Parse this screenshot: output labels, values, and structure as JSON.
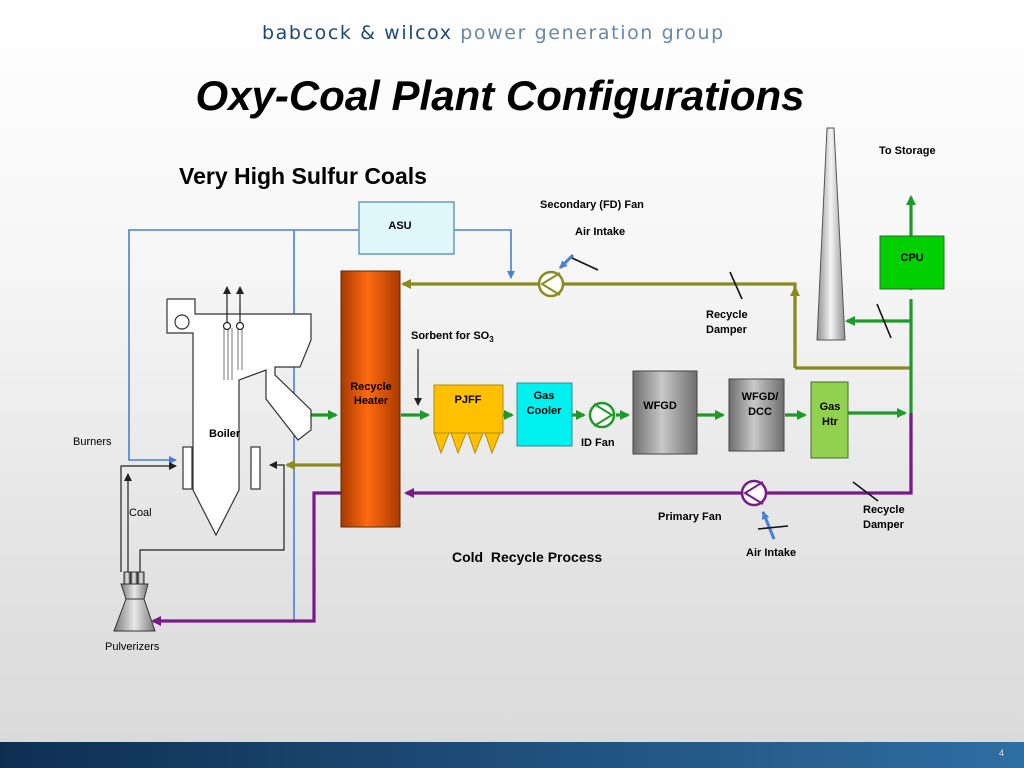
{
  "header": {
    "brand_primary": "babcock & wilcox",
    "brand_secondary": "power generation group",
    "title": "Oxy-Coal Plant Configurations",
    "subtitle": "Very High Sulfur Coals"
  },
  "diagram": {
    "components": {
      "asu": "ASU",
      "cpu": "CPU",
      "recycle_heater_l1": "Recycle",
      "recycle_heater_l2": "Heater",
      "pjff": "PJFF",
      "gas_cooler_l1": "Gas",
      "gas_cooler_l2": "Cooler",
      "wfgd": "WFGD",
      "wfgd_dcc_l1": "WFGD/",
      "wfgd_dcc_l2": "DCC",
      "gas_htr_l1": "Gas",
      "gas_htr_l2": "Htr",
      "boiler": "Boiler"
    },
    "labels": {
      "to_storage": "To Storage",
      "secondary_fan": "Secondary (FD) Fan",
      "air_intake_top": "Air Intake",
      "recycle_damper_top_l1": "Recycle",
      "recycle_damper_top_l2": "Damper",
      "sorbent_prefix": "Sorbent for SO",
      "sorbent_sub": "3",
      "id_fan": "ID Fan",
      "burners": "Burners",
      "coal": "Coal",
      "primary_fan": "Primary Fan",
      "recycle_damper_bottom_l1": "Recycle",
      "recycle_damper_bottom_l2": "Damper",
      "air_intake_bottom": "Air Intake",
      "pulverizers": "Pulverizers",
      "process_caption": "Cold  Recycle Process"
    },
    "colors": {
      "oxygen_line": "#4a7fd6",
      "secondary_recycle_line": "#8a8a1e",
      "flue_gas_line": "#1f9a2a",
      "primary_recycle_line": "#7a1a8a",
      "coal_line": "#222222",
      "asu_fill": "#dff6fb",
      "cpu_fill": "#00d000",
      "recycle_heater_fill": "#e85a0a",
      "pjff_fill": "#ffc000",
      "gas_cooler_fill": "#00f0f0",
      "wfgd_fill": "#8c8c8c",
      "gas_htr_fill": "#92d050"
    }
  },
  "footer": {
    "page_number": "4"
  }
}
